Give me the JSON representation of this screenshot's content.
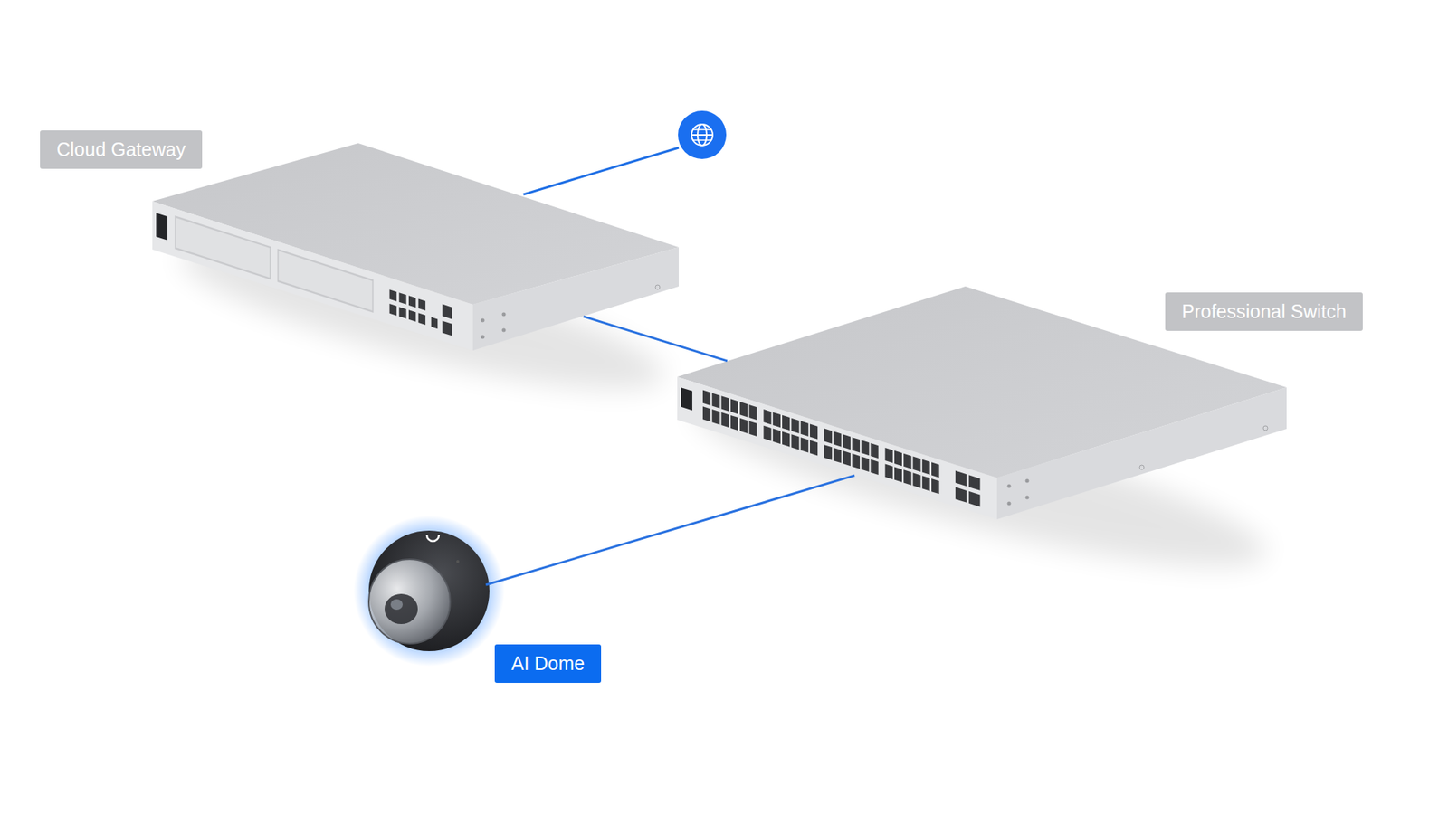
{
  "diagram": {
    "nodes": [
      {
        "text": [
          "Cloud Gateway"
        ]
      },
      {
        "text": [
          "Professional Switch"
        ]
      },
      {
        "text": [
          "AI Dome"
        ]
      }
    ],
    "edges": [
      {
        "from": 0,
        "to": 1,
        "arrow": "none"
      },
      {
        "from": 1,
        "to": 2,
        "arrow": "none"
      }
    ]
  }
}
